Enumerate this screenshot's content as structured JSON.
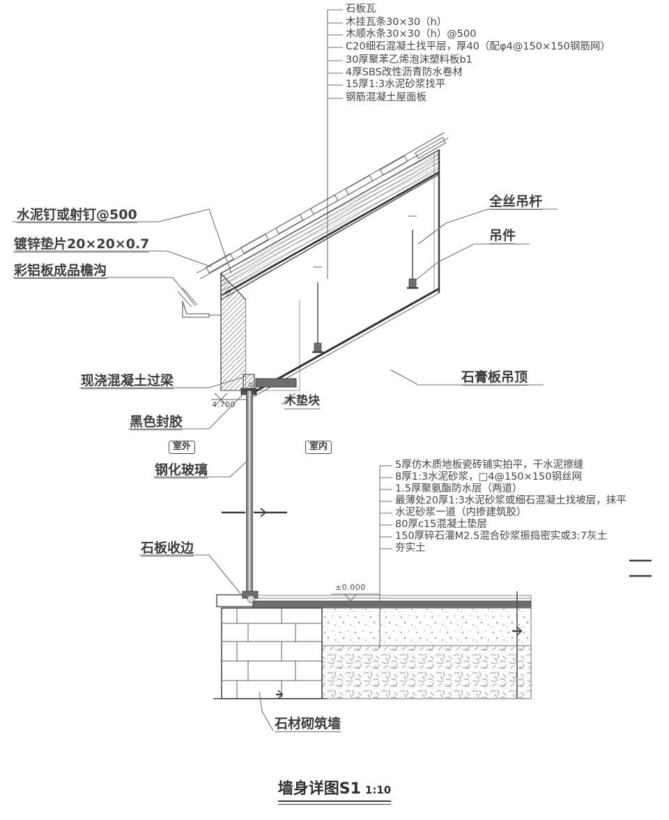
{
  "drawing": {
    "title": "墙身详图S1",
    "scale": "1:10"
  },
  "roof_notes": [
    "石板瓦",
    "木挂瓦条30×30（h）",
    "木顺水条30×30（h）@500",
    "C20细石混凝土找平层，厚40（配φ4@150×150钢筋网）",
    "30厚聚苯乙烯泡沫塑料板b1",
    "4厚SBS改性沥青防水卷材",
    "15厚1:3水泥砂浆找平",
    "钢筋混凝土屋面板"
  ],
  "floor_notes": [
    "5厚仿木质地板瓷砖铺实拍平，干水泥擦缝",
    "8厚1:3水泥砂浆，□4@150×150钢丝网",
    "1.5厚聚氨酯防水层（两道）",
    "最薄处20厚1:3水泥砂浆或细石混凝土找坡层，抹平",
    "水泥砂浆一道（内掺建筑胶）",
    "80厚c15混凝土垫层",
    "150厚碎石灌M2.5混合砂浆振捣密实或3:7灰土",
    "夯实土"
  ],
  "labels": {
    "nail": "水泥钉或射钉@500",
    "washer": "镀锌垫片20×20×0.7",
    "gutter": "彩铝板成品檐沟",
    "lintel": "现浇混凝土过梁",
    "sealant": "黑色封胶",
    "glass": "钢化玻璃",
    "stone_edge": "石板收边",
    "stone_wall": "石材砌筑墙",
    "hanger_rod": "全丝吊杆",
    "hanger_piece": "吊件",
    "wood_block": "木垫块",
    "gypsum_ceiling": "石膏板吊顶"
  },
  "zone_tags": {
    "outdoor": "室外",
    "indoor": "室内"
  },
  "elevations": {
    "lintel_level": "4.700",
    "ground_level": "±0.000"
  },
  "colors": {
    "ink": "#3f3f3f",
    "line": "#5e5e5e",
    "paper": "#ffffff",
    "hatch": "#8e8e8e"
  }
}
